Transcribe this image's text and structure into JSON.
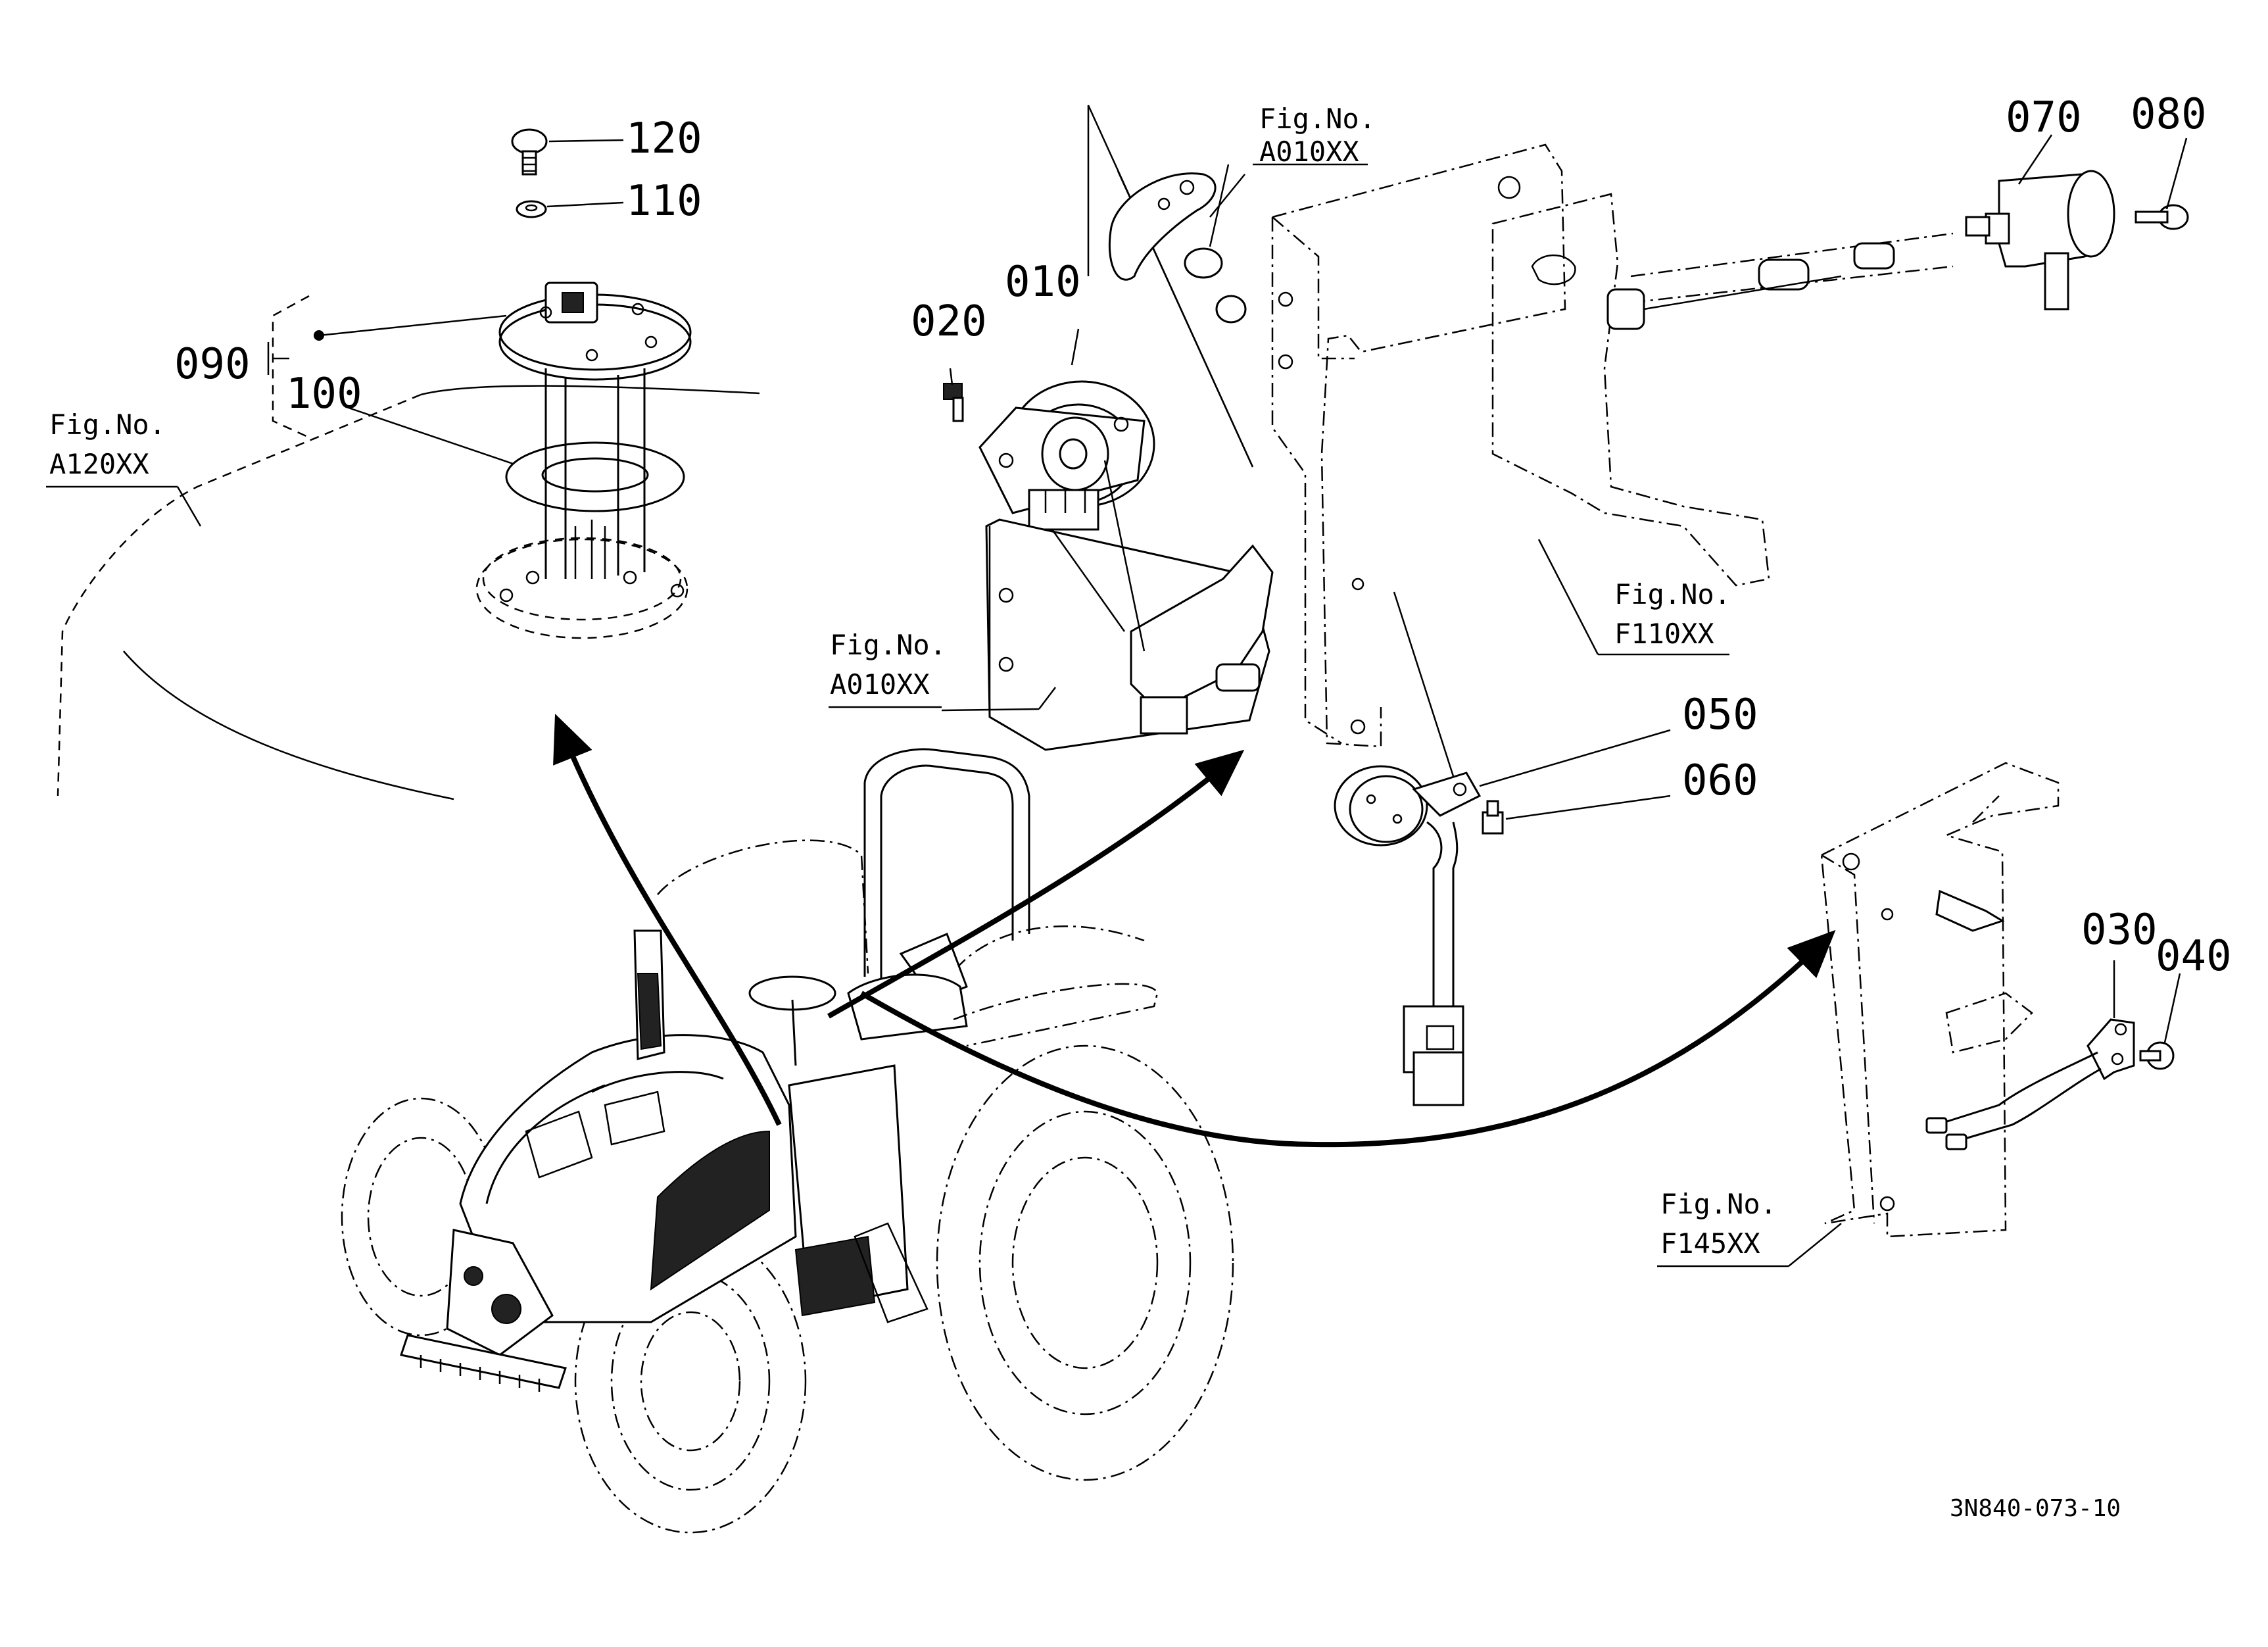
{
  "callouts": {
    "p010": "010",
    "p020": "020",
    "p030": "030",
    "p040": "040",
    "p050": "050",
    "p060": "060",
    "p070": "070",
    "p080": "080",
    "p090": "090",
    "p100": "100",
    "p110": "110",
    "p120": "120"
  },
  "figure_refs": {
    "a120": {
      "label": "Fig.No.",
      "code": "A120XX"
    },
    "a010_top": {
      "label": "Fig.No.",
      "code": "A010XX"
    },
    "a010_mid": {
      "label": "Fig.No.",
      "code": "A010XX"
    },
    "f110": {
      "label": "Fig.No.",
      "code": "F110XX"
    },
    "f145": {
      "label": "Fig.No.",
      "code": "F145XX"
    }
  },
  "drawing_code": "3N840-073-10"
}
